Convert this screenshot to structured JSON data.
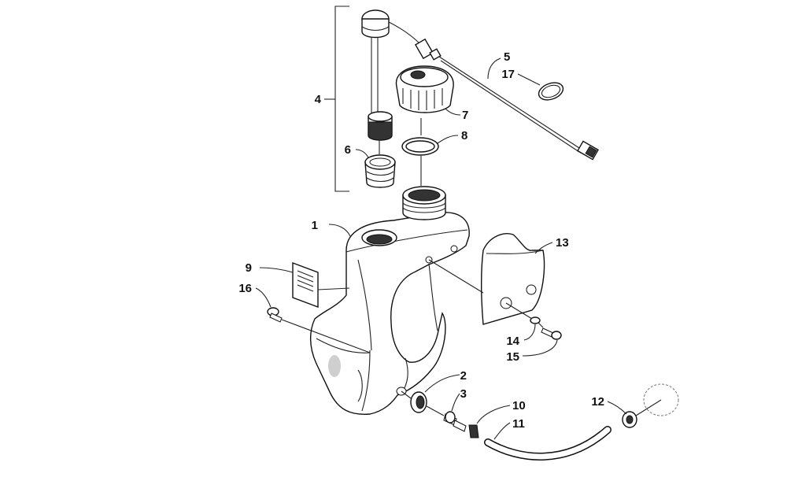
{
  "callouts": {
    "c1": "1",
    "c2": "2",
    "c3": "3",
    "c4": "4",
    "c5": "5",
    "c6": "6",
    "c7": "7",
    "c8": "8",
    "c9": "9",
    "c10": "10",
    "c11": "11",
    "c12": "12",
    "c13": "13",
    "c14": "14",
    "c15": "15",
    "c16": "16",
    "c17": "17"
  },
  "colors": {
    "line": "#111111",
    "background": "#ffffff",
    "shade": "#cfcfcf"
  }
}
